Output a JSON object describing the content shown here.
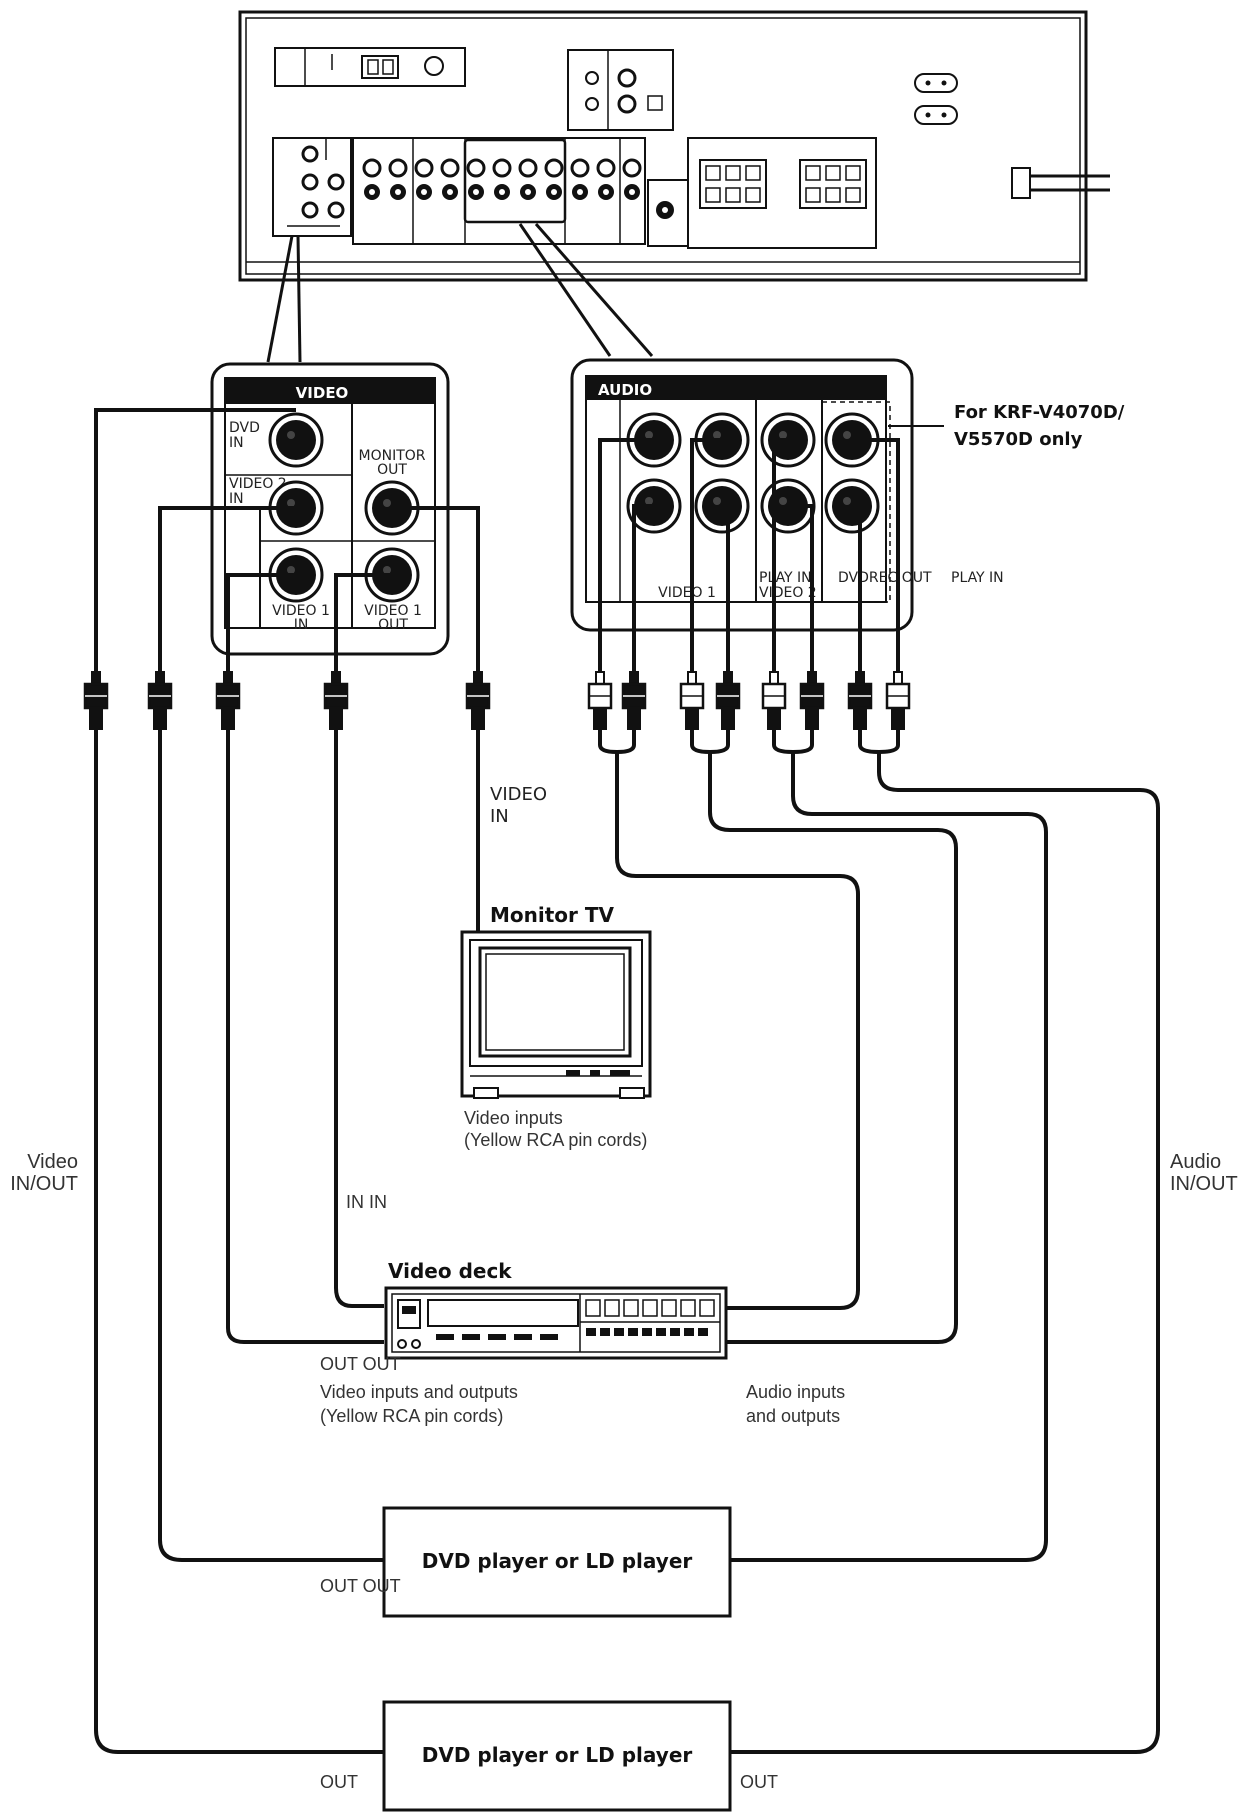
{
  "video_panel": {
    "header": "VIDEO",
    "dvd_in": [
      "DVD",
      "IN"
    ],
    "video2_in": [
      "VIDEO 2",
      "IN"
    ],
    "monitor_out": [
      "MONITOR",
      "OUT"
    ],
    "video1_in": [
      "VIDEO 1",
      "IN"
    ],
    "video1_out": [
      "VIDEO 1",
      "OUT"
    ]
  },
  "audio_panel": {
    "header": "AUDIO",
    "video1": "VIDEO 1",
    "play_in": "PLAY IN",
    "video2": "VIDEO 2",
    "dvdrec_out": "DVDREC OUT",
    "play_in_2": "PLAY IN",
    "note": [
      "For KRF-V4070D/",
      "V5570D only"
    ]
  },
  "devices": {
    "monitor_tv": "Monitor TV",
    "monitor_video_in": [
      "VIDEO",
      "IN"
    ],
    "monitor_caption": [
      "Video inputs",
      "(Yellow RCA pin cords)"
    ],
    "video_deck": "Video deck",
    "deck_in_label": "IN IN",
    "deck_out_label": "OUT OUT",
    "deck_video_caption": [
      "Video inputs and outputs",
      "(Yellow RCA pin cords)"
    ],
    "deck_audio_caption": [
      "Audio inputs",
      "and outputs"
    ],
    "dvd_player_1": "DVD player or LD player",
    "dvd1_out_label": "OUT OUT",
    "dvd_player_2": "DVD player or LD player",
    "dvd2_out_left": "OUT",
    "dvd2_out_right": "OUT"
  },
  "side_labels": {
    "video": [
      "Video",
      "IN/OUT"
    ],
    "audio": [
      "Audio",
      "IN/OUT"
    ]
  }
}
